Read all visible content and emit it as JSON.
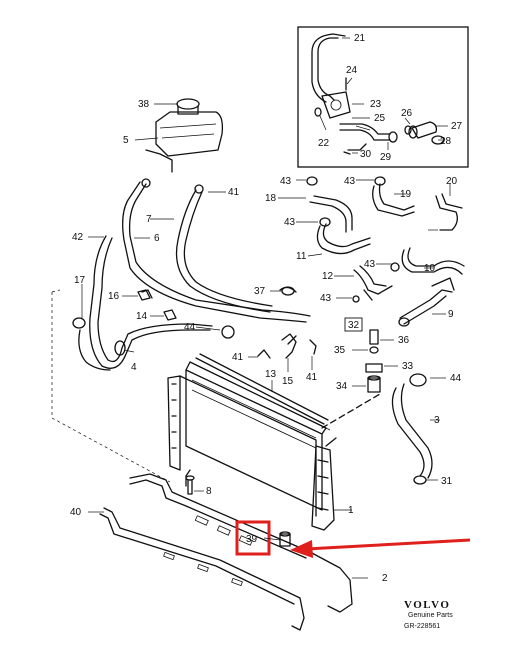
{
  "diagram": {
    "callouts": {
      "p1": "1",
      "p2": "2",
      "p3": "3",
      "p4": "4",
      "p5": "5",
      "p6": "6",
      "p7": "7",
      "p8": "8",
      "p9": "9",
      "p10": "10",
      "p11": "11",
      "p12": "12",
      "p13": "13",
      "p14": "14",
      "p15": "15",
      "p16": "16",
      "p17": "17",
      "p18": "18",
      "p19": "19",
      "p20": "20",
      "p21": "21",
      "p22": "22",
      "p23": "23",
      "p24": "24",
      "p25": "25",
      "p26": "26",
      "p27": "27",
      "p28": "28",
      "p29": "29",
      "p30": "30",
      "p31": "31",
      "p32": "32",
      "p33": "33",
      "p34": "34",
      "p35": "35",
      "p36": "36",
      "p37": "37",
      "p38": "38",
      "p39": "39",
      "p40": "40",
      "p41a": "41",
      "p41b": "41",
      "p41c": "41",
      "p42": "42",
      "p43a": "43",
      "p43b": "43",
      "p43c": "43",
      "p43d": "43",
      "p43e": "43",
      "p44a": "44",
      "p44b": "44"
    },
    "highlight_color": "#e0201c"
  },
  "footer": {
    "brand": "VOLVO",
    "subtitle": "Genuine Parts",
    "ref": "GR-228561"
  }
}
